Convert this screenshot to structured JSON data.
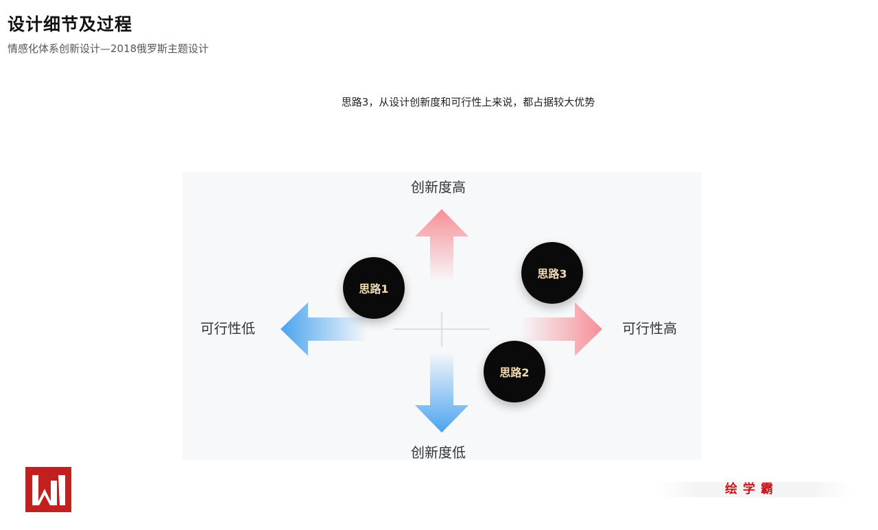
{
  "header": {
    "title": "设计细节及过程",
    "subtitle": "情感化体系创新设计—2018俄罗斯主题设计"
  },
  "caption": "思路3，从设计创新度和可行性上来说，都占据较大优势",
  "diagram": {
    "axes": {
      "top": "创新度高",
      "bottom": "创新度低",
      "left": "可行性低",
      "right": "可行性高"
    },
    "nodes": [
      {
        "label": "思路1"
      },
      {
        "label": "思路2"
      },
      {
        "label": "思路3"
      }
    ],
    "colors": {
      "warm_arrow": "#f58f96",
      "cool_arrow": "#4aa3ef",
      "node_fill": "#0a0a0a",
      "node_text": "#f3dcb4"
    }
  },
  "brand": {
    "logo_icon": "w-logo-icon",
    "name": "绘学霸"
  }
}
